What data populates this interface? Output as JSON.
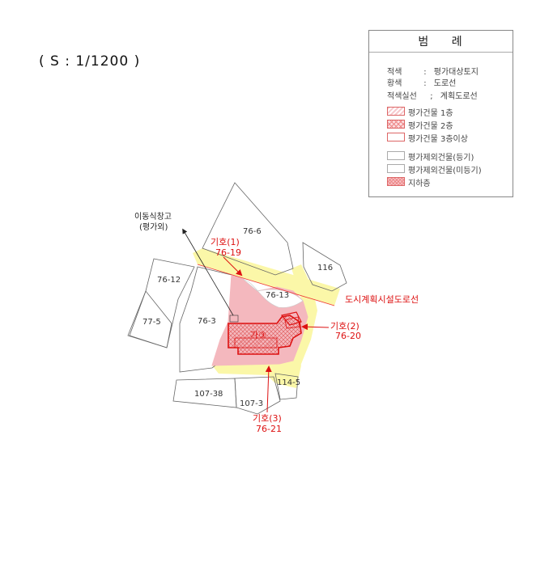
{
  "scale": "( S : 1/1200 )",
  "legend": {
    "title": "범 례",
    "lines": [
      {
        "key": "적색",
        "sep": ":",
        "value": "평가대상토지"
      },
      {
        "key": "황색",
        "sep": ":",
        "value": "도로선"
      },
      {
        "key": "적색실선",
        "sep": ";",
        "value": "계획도로선"
      }
    ],
    "items_group1": [
      "평가건물 1층",
      "평가건물 2층",
      "평가건물 3층이상"
    ],
    "items_group2": [
      "평가제외건물(등기)",
      "평가제외건물(미등기)",
      "지하층"
    ]
  },
  "parcels": {
    "p76_6": "76-6",
    "p116": "116",
    "p76_12": "76-12",
    "p76_13": "76-13",
    "p77_5": "77-5",
    "p76_3": "76-3",
    "p114_5": "114-5",
    "p107_38": "107-38",
    "p107_3": "107-3",
    "building_main": "가③"
  },
  "annotations": {
    "warehouse_title": "이동식창고",
    "warehouse_sub": "(평가외)",
    "mark1_title": "기호(1)",
    "mark1_sub": "76-19",
    "mark2_title": "기호(2)",
    "mark2_sub": "76-20",
    "mark3_title": "기호(3)",
    "mark3_sub": "76-21",
    "road_plan": "도시계획시설도로선"
  },
  "colors": {
    "subject_land": "#f4b8be",
    "road": "#fbf7a8",
    "red_line": "#d11111",
    "parcel_line": "#555555"
  }
}
